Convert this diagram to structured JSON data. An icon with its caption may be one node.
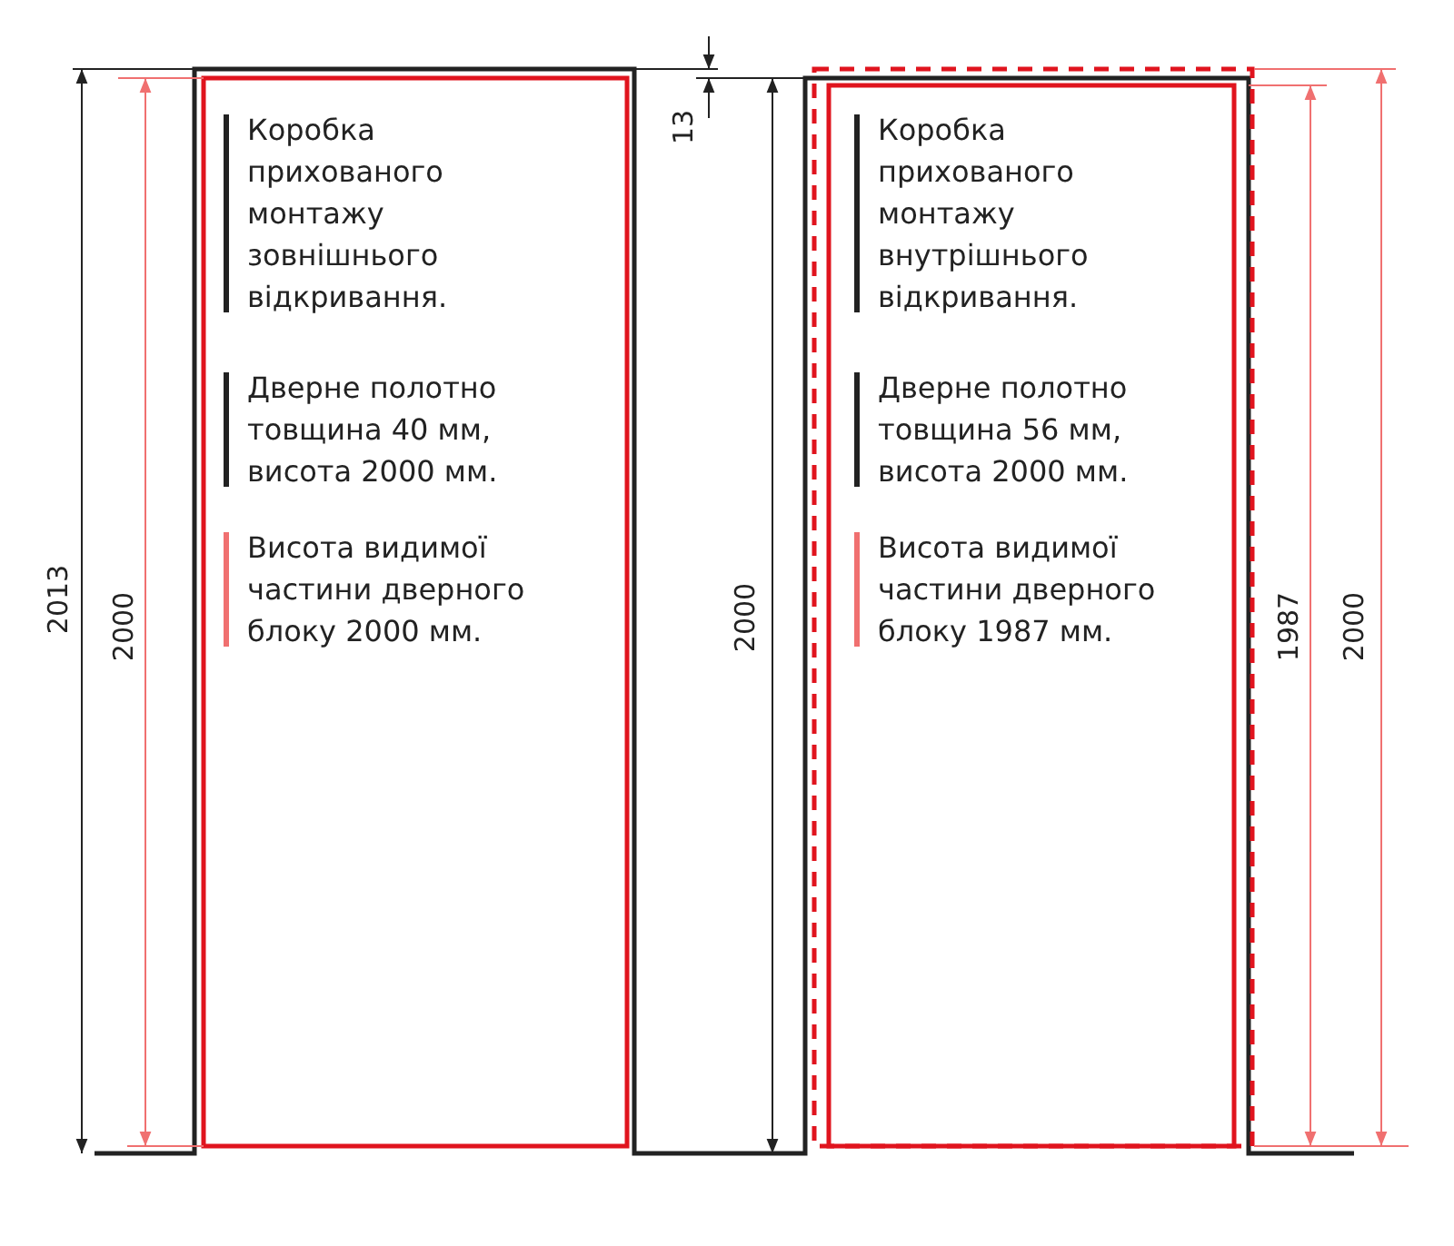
{
  "diagram": {
    "labels": [
      "2013",
      "2000",
      "Коробка прихованого монтажу зовнішнього відкривання.",
      "Дверне полотно товщина 40 мм, висота 2000 мм.",
      "Висота видимої частини дверного блоку 2000 мм.",
      "13",
      "2000",
      "Коробка прихованого монтажу внутрішнього відкривання.",
      "Дверне полотно товщина 56 мм, висота 2000 мм.",
      "Висота видимої частини дверного блоку 1987 мм.",
      "1987",
      "2000"
    ]
  }
}
